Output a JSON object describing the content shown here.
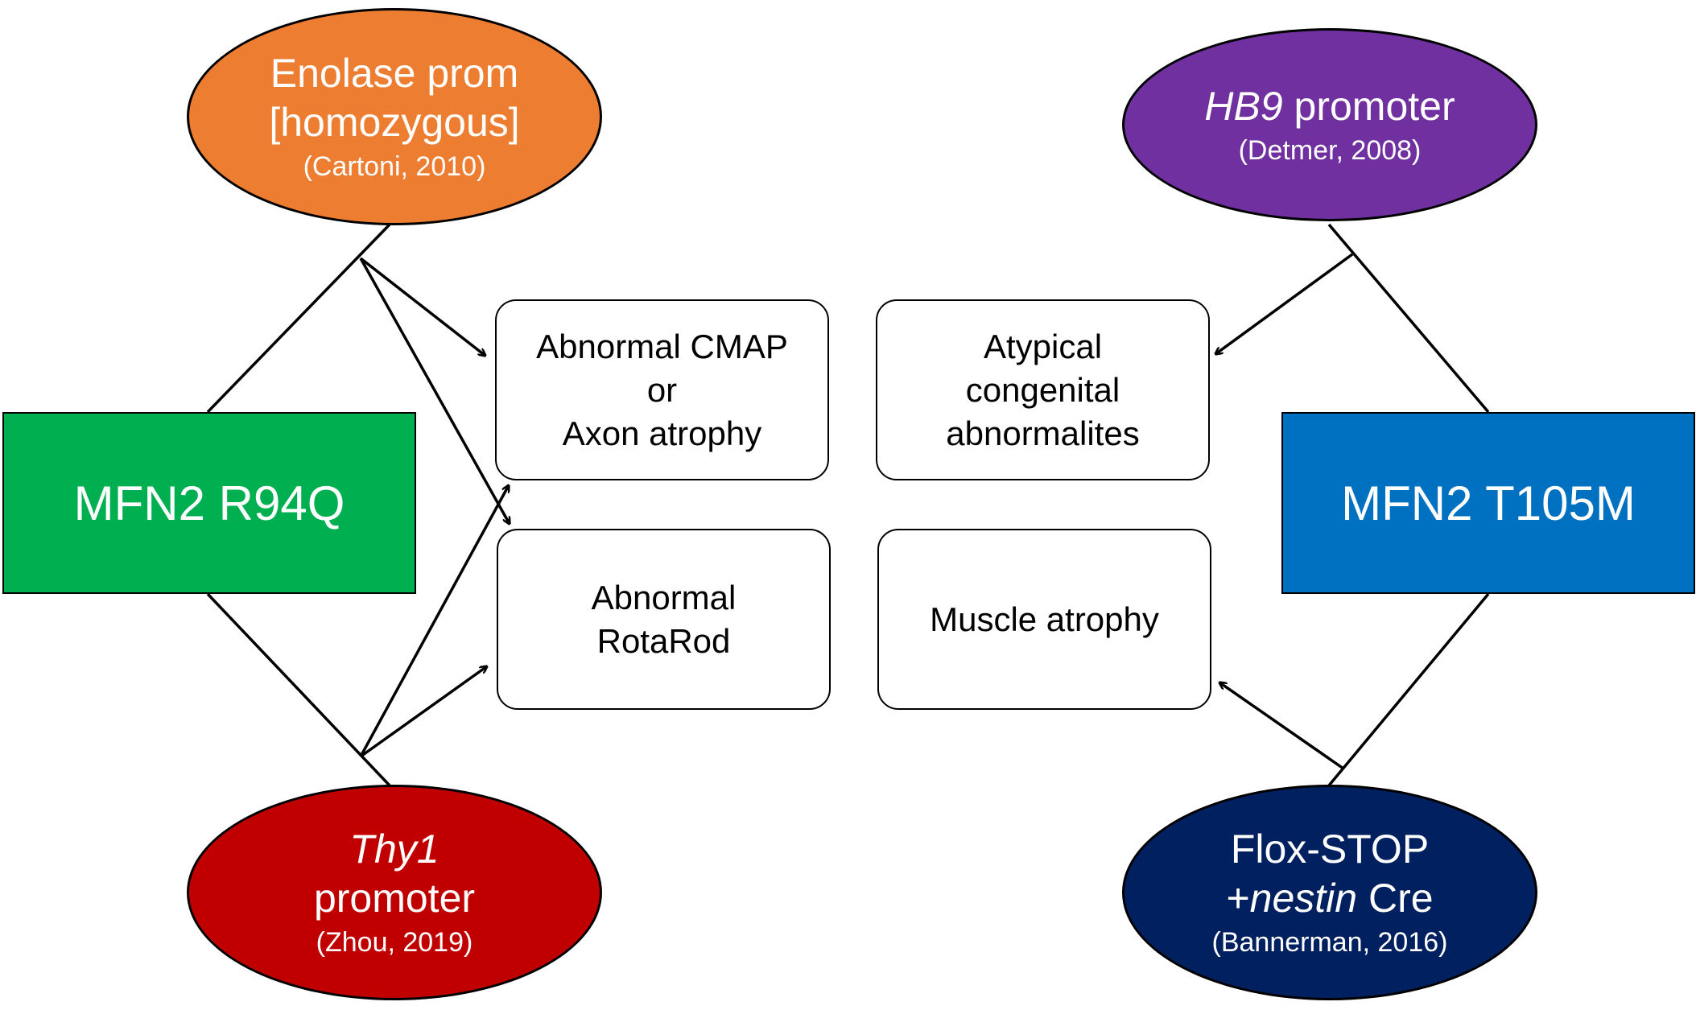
{
  "promoters": {
    "enolase": {
      "line1": "Enolase prom",
      "line2": "[homozygous]",
      "citation": "(Cartoni, 2010)",
      "color": "#ed7d31"
    },
    "hb9": {
      "gene": "HB9",
      "rest": " promoter",
      "citation": "(Detmer, 2008)",
      "color": "#7030a0"
    },
    "thy1": {
      "gene": "Thy1",
      "line2": "promoter",
      "citation": "(Zhou, 2019)",
      "color": "#c00000"
    },
    "flox": {
      "line1": "Flox-STOP",
      "prefix": "+",
      "gene": "nestin",
      "suffix": " Cre",
      "citation": "(Bannerman, 2016)",
      "color": "#002060"
    }
  },
  "mutations": {
    "r94q": {
      "label": "MFN2 R94Q",
      "color": "#00b050"
    },
    "t105m": {
      "label": "MFN2 T105M",
      "color": "#0070c0"
    }
  },
  "phenotypes": {
    "cmap": {
      "line1": "Abnormal CMAP",
      "line2": "or",
      "line3": "Axon atrophy"
    },
    "rotarod": {
      "line1": "Abnormal",
      "line2": "RotaRod"
    },
    "congenital": {
      "line1": "Atypical",
      "line2": "congenital",
      "line3": "abnormalites"
    },
    "muscle": {
      "line1": "Muscle atrophy"
    }
  }
}
